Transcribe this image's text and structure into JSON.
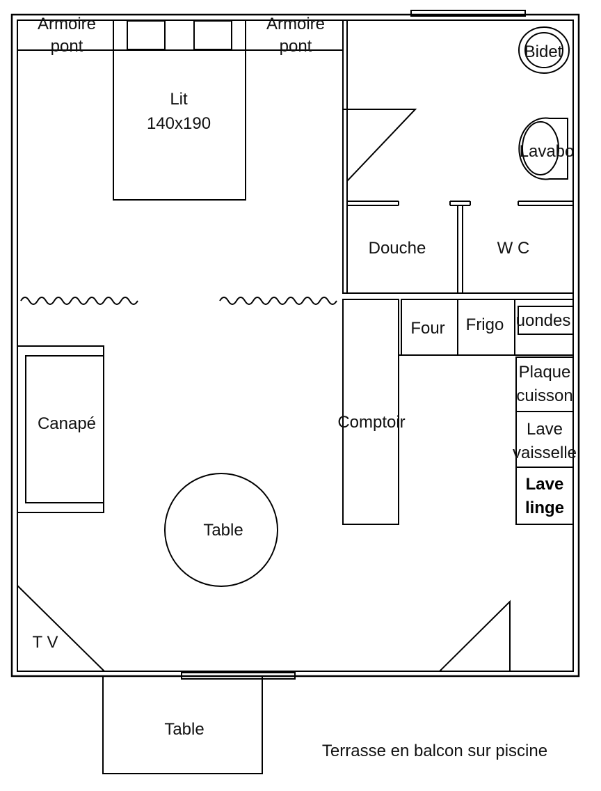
{
  "labels": {
    "armoire_left_1": "Armoire",
    "armoire_left_2": "pont",
    "armoire_right_1": "Armoire",
    "armoire_right_2": "pont",
    "lit_1": "Lit",
    "lit_2": "140x190",
    "bidet": "Bidet",
    "lavabo": "Lavabo",
    "douche": "Douche",
    "wc": "W C",
    "four": "Four",
    "frigo": "Frigo",
    "micro_ondes": "uondes",
    "plaque_1": "Plaque",
    "plaque_2": "cuisson",
    "lave_vaisselle_1": "Lave",
    "lave_vaisselle_2": "vaisselle",
    "lave_linge_1": "Lave",
    "lave_linge_2": "linge",
    "comptoir": "Comptoir",
    "canape": "Canapé",
    "table_round": "Table",
    "tv": "T V",
    "table_terrace": "Table",
    "terrasse_caption": "Terrasse en balcon sur piscine"
  }
}
